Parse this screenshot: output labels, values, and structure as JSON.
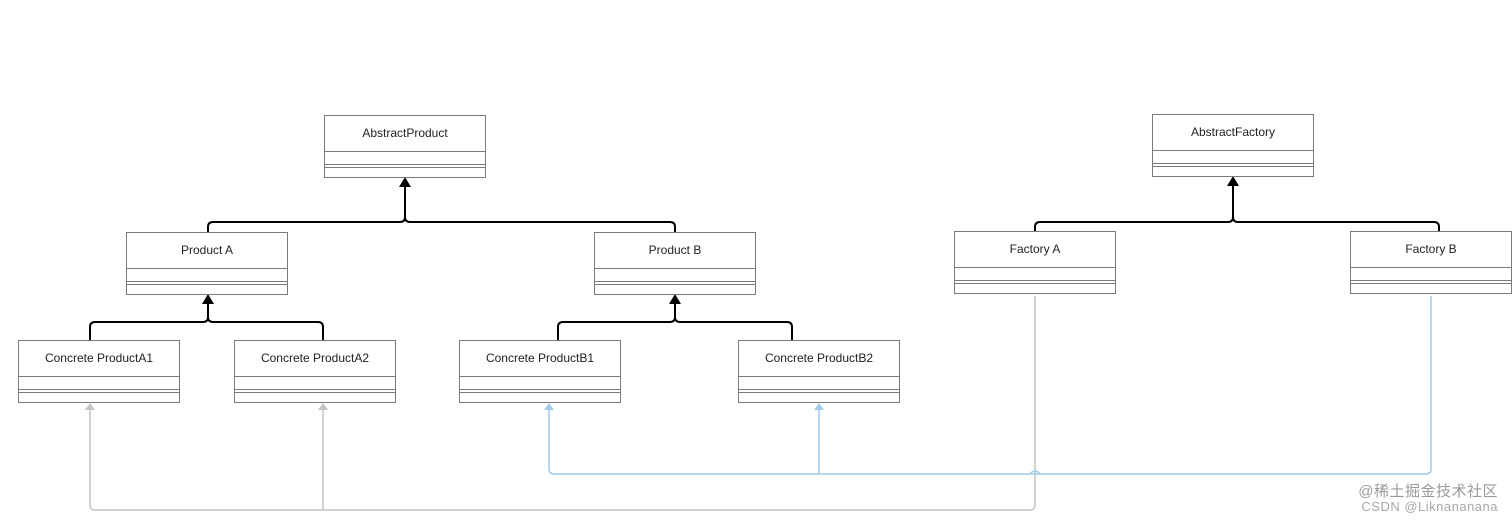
{
  "diagram": {
    "classes": {
      "abstract_product": "AbstractProduct",
      "abstract_factory": "AbstractFactory",
      "product_a": "Product A",
      "product_b": "Product B",
      "factory_a": "Factory A",
      "factory_b": "Factory B",
      "concrete_product_a1": "Concrete ProductA1",
      "concrete_product_a2": "Concrete ProductA2",
      "concrete_product_b1": "Concrete ProductB1",
      "concrete_product_b2": "Concrete ProductB2"
    },
    "colors": {
      "inheritance": "#000000",
      "factory_a_dependency": "#c4c4c4",
      "factory_b_dependency": "#9fcbeb",
      "box_border": "#7a7a7a"
    }
  },
  "watermark": {
    "line1": "@稀土掘金技术社区",
    "line2": "CSDN @Liknananana"
  }
}
